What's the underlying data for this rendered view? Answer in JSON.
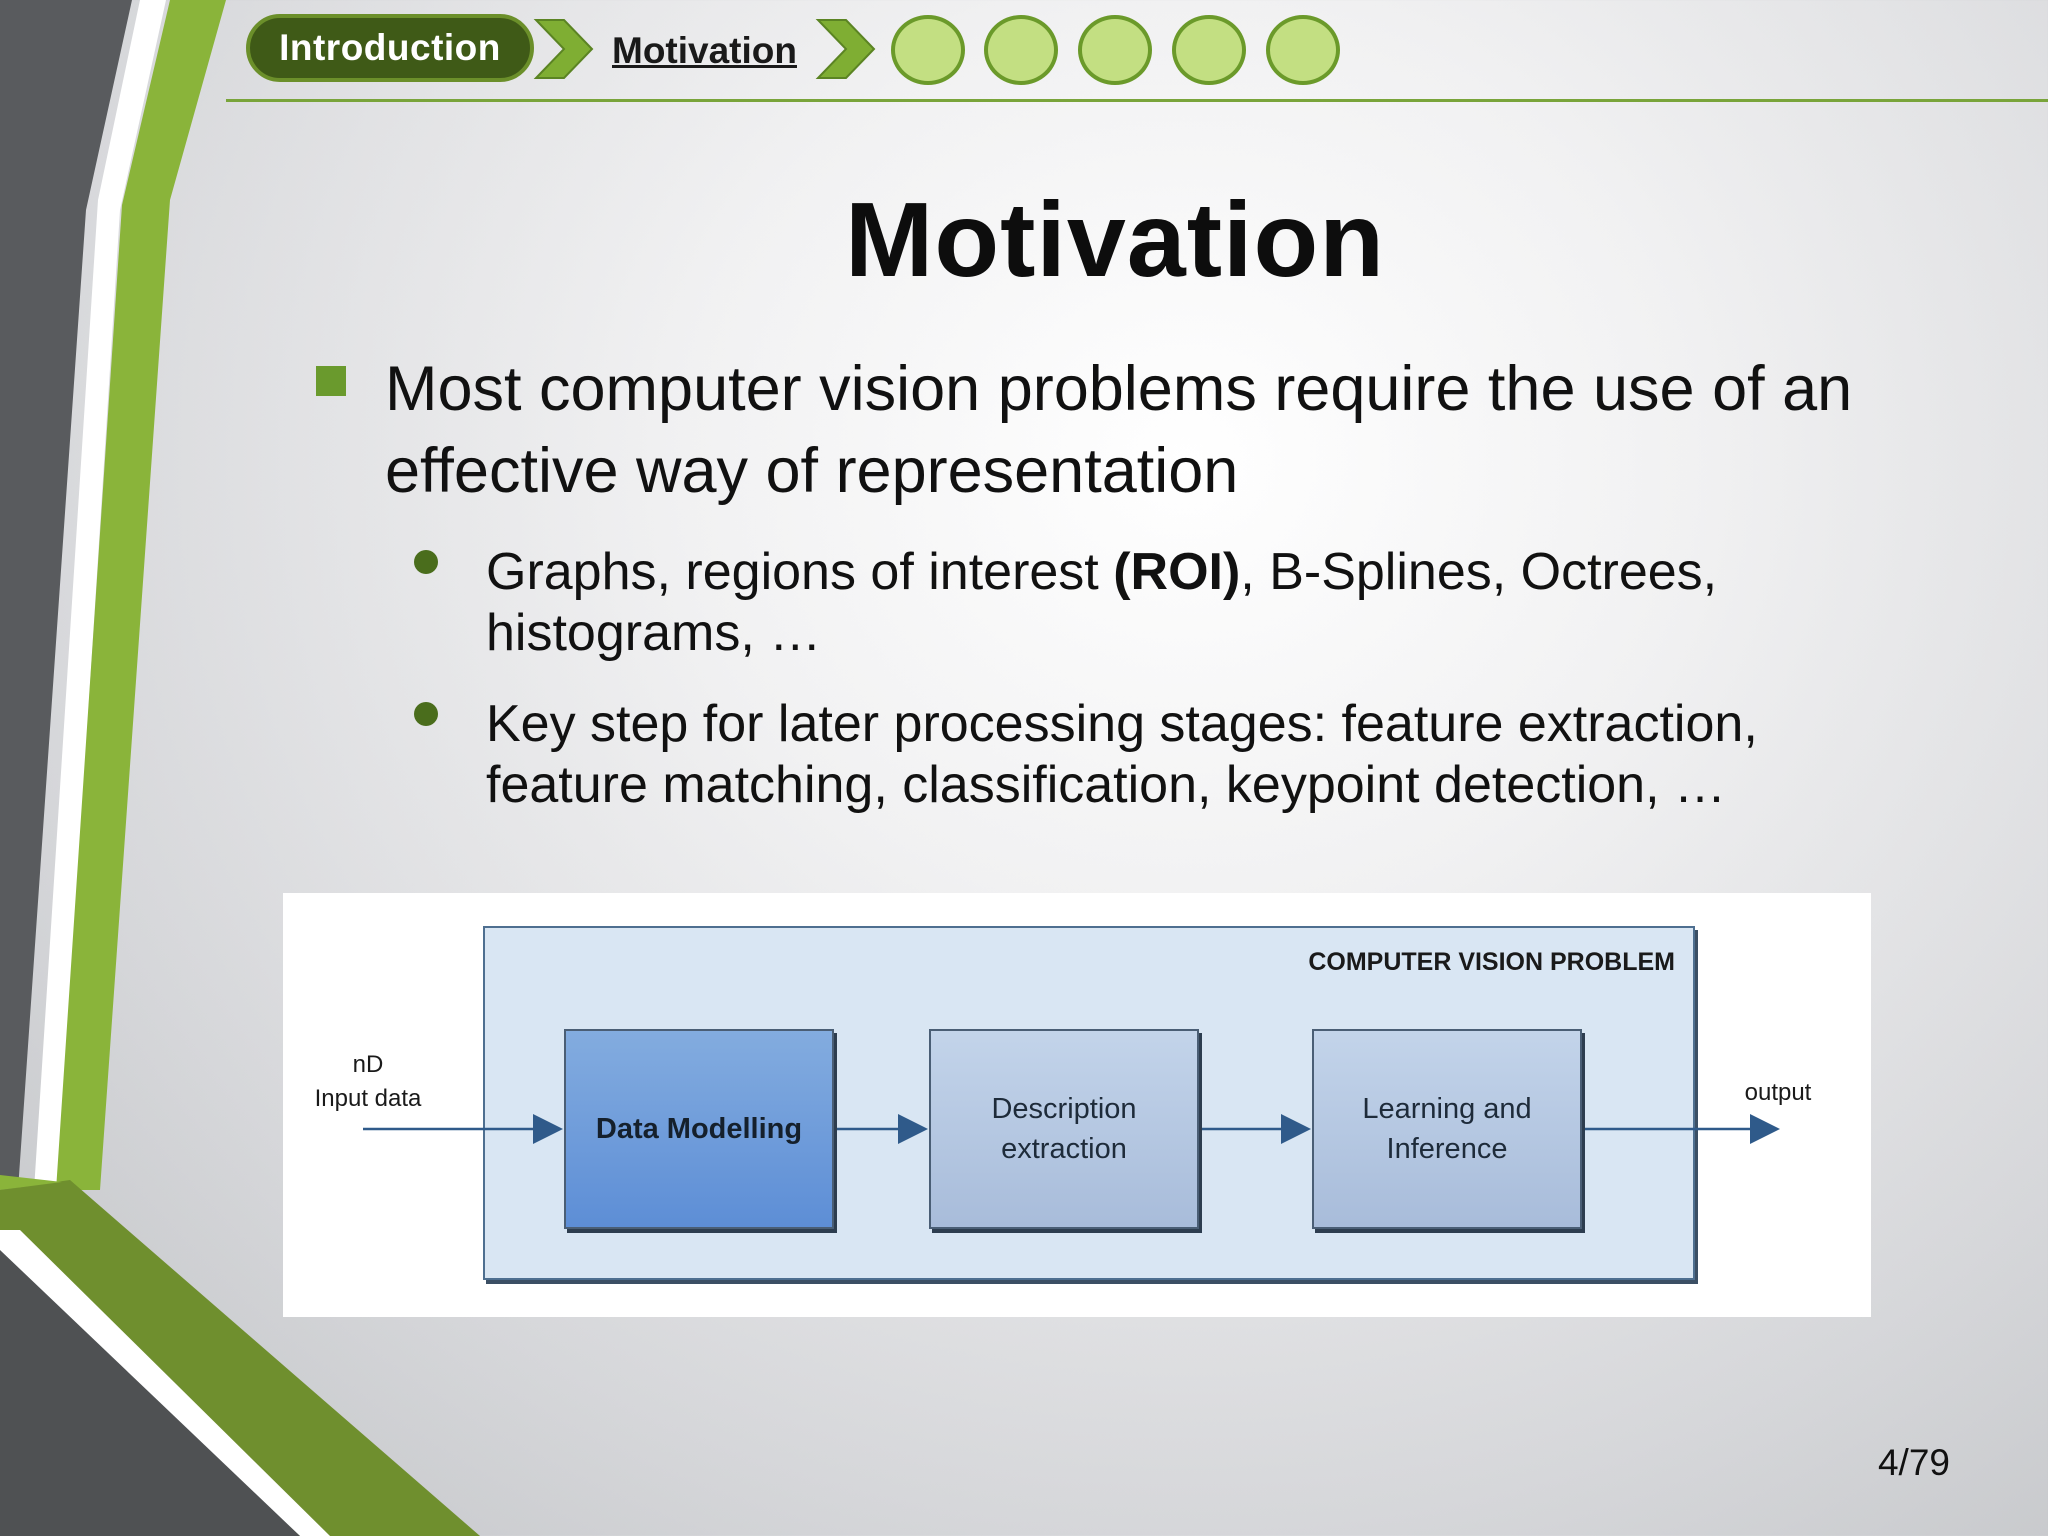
{
  "nav": {
    "section_label": "Introduction",
    "current_label": "Motivation",
    "progress_dots": 5,
    "accent_color": "#6b9a2a",
    "active_color": "#3f5a17",
    "dot_color": "#c3df82"
  },
  "slide": {
    "title": "Motivation",
    "bullet": "Most computer vision problems require the use of an effective way of representation",
    "sub_bullets": [
      {
        "pre": "Graphs, regions of interest ",
        "bold": "(ROI)",
        "post": ", B-Splines, Octrees, histograms, …"
      },
      {
        "pre": "Key step for later processing stages: feature extraction, feature matching, classification, keypoint detection, …",
        "bold": "",
        "post": ""
      }
    ]
  },
  "figure": {
    "box_label": "COMPUTER VISION PROBLEM",
    "input_label_line1": "nD",
    "input_label_line2": "Input data",
    "stage1": "Data Modelling",
    "stage2": "Description extraction",
    "stage3": "Learning and Inference",
    "output_label": "output"
  },
  "footer": {
    "page_number": "4/79"
  }
}
